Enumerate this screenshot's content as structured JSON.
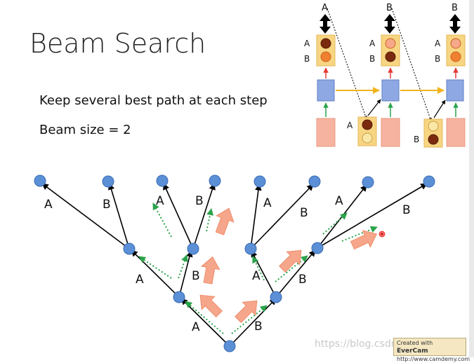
{
  "slide": {
    "title": "Beam Search",
    "line1": "Keep several best path at each step",
    "line2": "Beam size = 2",
    "watermark": "https://blog.csdn",
    "stamp_line1": "Created with ",
    "stamp_brand": "EverCam",
    "stamp_line2": "http://www.camdemy.com"
  },
  "tree_labels": [
    "A",
    "B",
    "A",
    "B",
    "A",
    "B",
    "A",
    "B",
    "A",
    "B",
    "A",
    "B",
    "A",
    "B"
  ],
  "decoder": {
    "top_letters": [
      "A",
      "B",
      "B"
    ],
    "side_labels": [
      "A",
      "B",
      "A",
      "B",
      "A",
      "B"
    ],
    "input_labels": [
      "A",
      "B"
    ]
  },
  "colors": {
    "node": "#5b8fd6",
    "node_stroke": "#3a6db5",
    "edge": "#000000",
    "guide_arrow": "#2aa34a",
    "big_arrow": "#f6a68a",
    "box_fill": "#f7d582",
    "hidden_fill": "#8ea8e3",
    "input_fill": "#f6b3a0",
    "link_arrow": "#f2b41e",
    "up_arrow_red": "#e53935",
    "up_arrow_green": "#2aa34a",
    "ball_dark": "#7a2a0e",
    "ball_orange": "#f08030",
    "ball_light": "#f7a78a",
    "ball_yellow": "#fbe7a6"
  }
}
